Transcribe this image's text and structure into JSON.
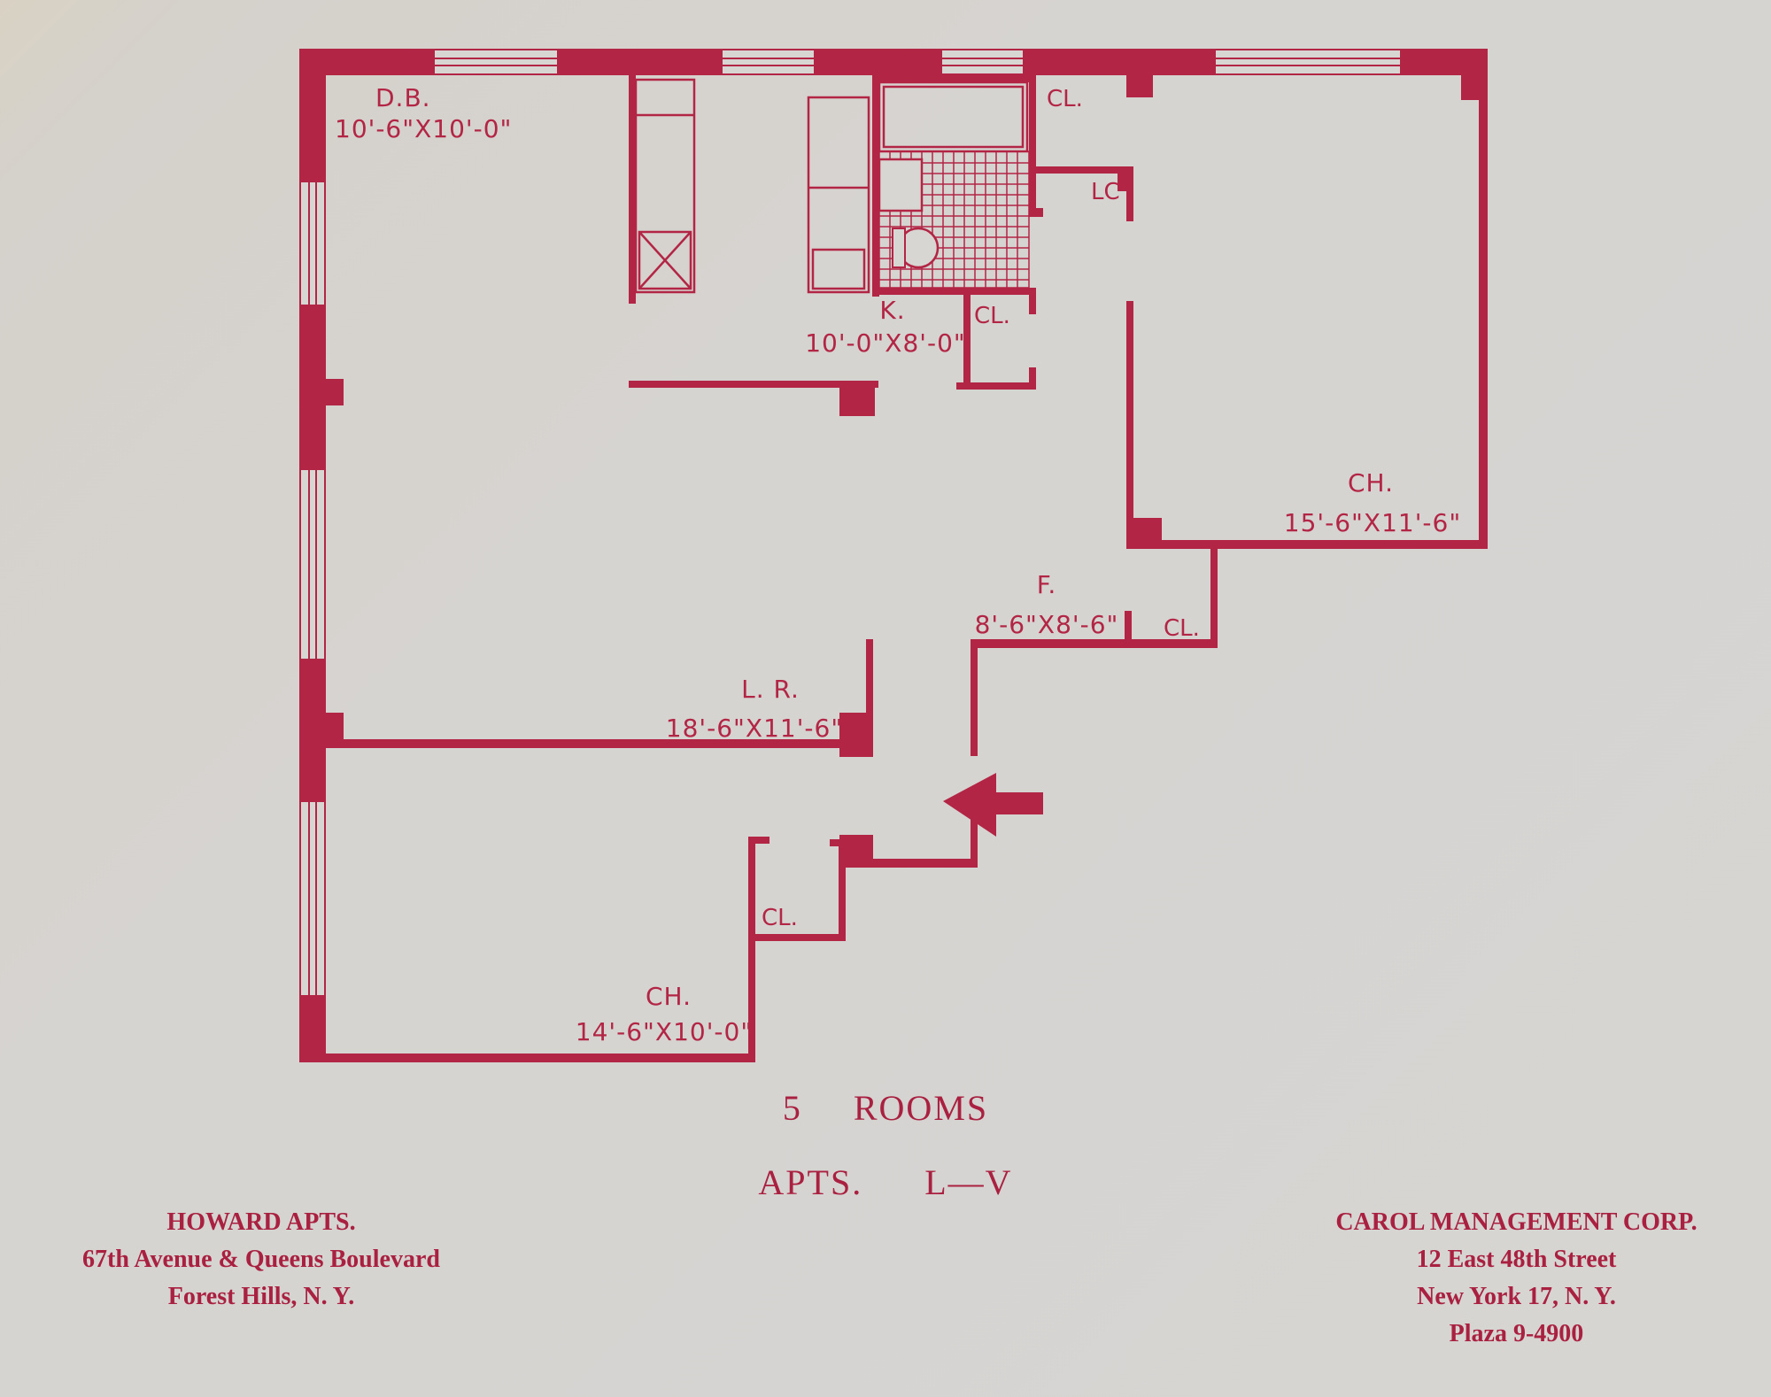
{
  "plan": {
    "rooms": [
      {
        "id": "dining",
        "name": "D.B.",
        "size": "10'-6\"X10'-0\""
      },
      {
        "id": "kitchen",
        "name": "K.",
        "size": "10'-0\"X8'-0\""
      },
      {
        "id": "chamber-right",
        "name": "CH.",
        "size": "15'-6\"X11'-6\""
      },
      {
        "id": "foyer",
        "name": "F.",
        "size": "8'-6\"X8'-6\""
      },
      {
        "id": "living",
        "name": "L. R.",
        "size": "18'-6\"X11'-6\""
      },
      {
        "id": "chamber-left",
        "name": "CH.",
        "size": "14'-6\"X10'-0\""
      }
    ],
    "closets": [
      "CL.",
      "CL.",
      "CL.",
      "CL."
    ],
    "linen_closet": "LC",
    "color": "#b32545"
  },
  "summary": {
    "rooms_count": "5",
    "rooms_word": "ROOMS",
    "apts_prefix": "APTS.",
    "apts_range": "L—V"
  },
  "building": {
    "name": "HOWARD APTS.",
    "address": "67th Avenue & Queens Boulevard",
    "city": "Forest Hills, N. Y."
  },
  "management": {
    "name": "CAROL MANAGEMENT CORP.",
    "address": "12 East 48th Street",
    "city": "New York 17, N. Y.",
    "phone": "Plaza 9-4900"
  }
}
